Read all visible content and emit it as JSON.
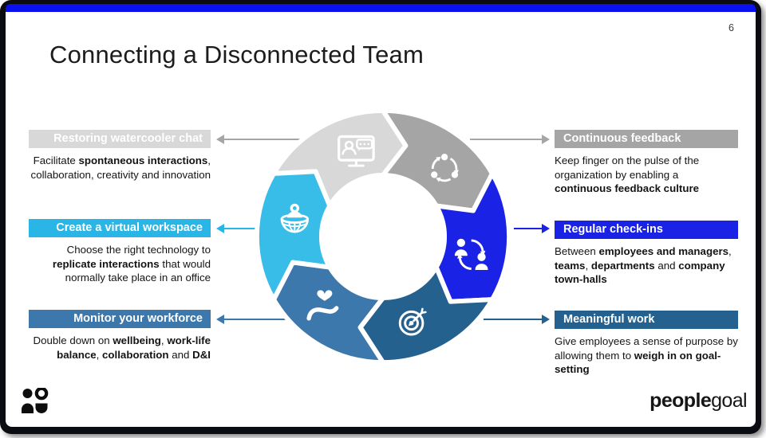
{
  "slide": {
    "page_number": "6",
    "title": "Connecting a Disconnected Team",
    "accent_color": "#0a10f0",
    "frame_color": "#0b0b12"
  },
  "left_callouts": [
    {
      "title": "Restoring watercooler chat",
      "color": "#d8d8d8",
      "arrow_color": "#a5a5a5",
      "body": [
        {
          "t": "Facilitate "
        },
        {
          "t": "spontaneous interactions",
          "b": true
        },
        {
          "t": ", collaboration, creativity and innovation"
        }
      ]
    },
    {
      "title": "Create a virtual workspace",
      "color": "#29b6e6",
      "arrow_color": "#29b6e6",
      "body": [
        {
          "t": "Choose the right technology to "
        },
        {
          "t": "replicate interactions",
          "b": true
        },
        {
          "t": " that would normally take place in an office"
        }
      ]
    },
    {
      "title": "Monitor your workforce",
      "color": "#3d78ad",
      "arrow_color": "#3d78ad",
      "body": [
        {
          "t": "Double down on "
        },
        {
          "t": "wellbeing",
          "b": true
        },
        {
          "t": ", "
        },
        {
          "t": "work-life balance",
          "b": true
        },
        {
          "t": ", "
        },
        {
          "t": "collaboration",
          "b": true
        },
        {
          "t": " and "
        },
        {
          "t": "D&I",
          "b": true
        }
      ]
    }
  ],
  "right_callouts": [
    {
      "title": "Continuous feedback",
      "color": "#a5a5a5",
      "arrow_color": "#a5a5a5",
      "body": [
        {
          "t": "Keep finger on the pulse of the organization by enabling a "
        },
        {
          "t": "continuous feedback culture",
          "b": true
        }
      ]
    },
    {
      "title": "Regular check-ins",
      "color": "#1a22e6",
      "arrow_color": "#1a22e6",
      "body": [
        {
          "t": "Between "
        },
        {
          "t": "employees and managers",
          "b": true
        },
        {
          "t": ", "
        },
        {
          "t": "teams",
          "b": true
        },
        {
          "t": ", "
        },
        {
          "t": "departments",
          "b": true
        },
        {
          "t": " and "
        },
        {
          "t": "company town-halls",
          "b": true
        }
      ]
    },
    {
      "title": "Meaningful work",
      "color": "#24618f",
      "arrow_color": "#24618f",
      "body": [
        {
          "t": "Give employees a sense of purpose by allowing them to "
        },
        {
          "t": "weigh in on goal-setting",
          "b": true
        }
      ]
    }
  ],
  "wheel": {
    "segments": [
      {
        "name": "watercooler-chat",
        "icon": "video-chat-icon",
        "color": "#d8d8d8"
      },
      {
        "name": "continuous-feedback",
        "icon": "cycle-arrows-icon",
        "color": "#a5a5a5"
      },
      {
        "name": "regular-check-ins",
        "icon": "people-sync-icon",
        "color": "#1a22e6"
      },
      {
        "name": "meaningful-work",
        "icon": "target-icon",
        "color": "#24618f"
      },
      {
        "name": "monitor-workforce",
        "icon": "hand-heart-icon",
        "color": "#3d78ad"
      },
      {
        "name": "virtual-workspace",
        "icon": "globe-person-icon",
        "color": "#38bde8"
      }
    ]
  },
  "footer": {
    "brand_bold": "people",
    "brand_regular": "goal"
  }
}
